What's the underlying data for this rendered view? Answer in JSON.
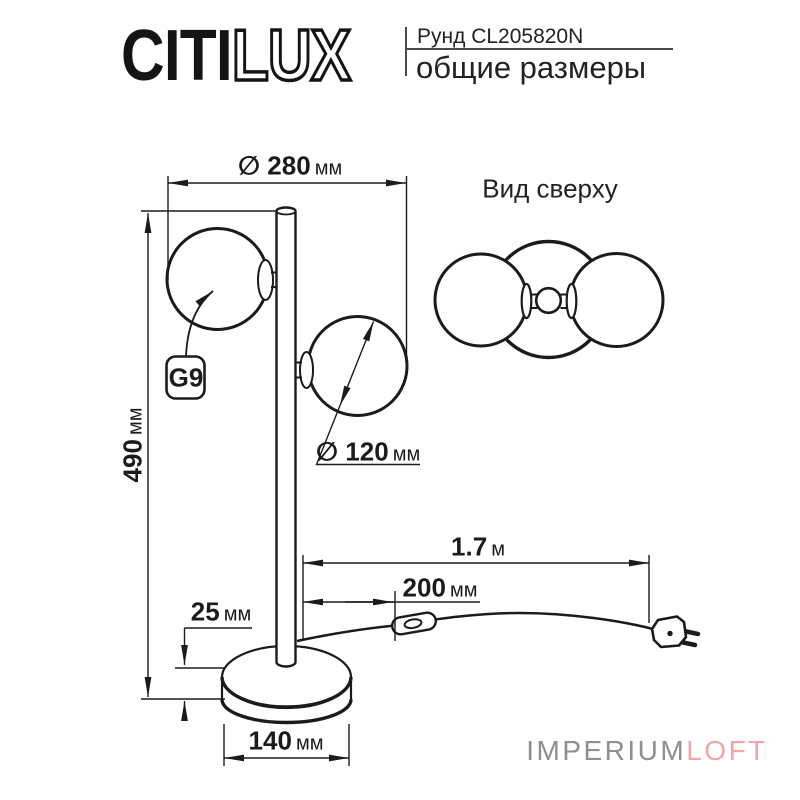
{
  "header": {
    "brand": {
      "solid": "CITI",
      "outline": "LUX"
    },
    "product_code": "Рунд CL205820N",
    "subtitle": "общие размеры"
  },
  "dimensions": {
    "total_width": {
      "value": "∅ 280",
      "unit": "мм"
    },
    "total_height": {
      "value": "490",
      "unit": "мм"
    },
    "shade_diameter": {
      "value": "∅ 120",
      "unit": "мм"
    },
    "socket_type": "G9",
    "cord_length": {
      "value": "1.7",
      "unit": "м"
    },
    "cord_to_switch": {
      "value": "200",
      "unit": "мм"
    },
    "base_height": {
      "value": "25",
      "unit": "мм"
    },
    "base_diameter": {
      "value": "140",
      "unit": "мм"
    }
  },
  "top_view": {
    "label": "Вид сверху"
  },
  "watermark": {
    "first": "IMPERIUM",
    "second": "LOFT"
  },
  "colors": {
    "line": "#1b1b1b",
    "watermark_gray": "#8f8f93",
    "watermark_pink": "#f2a5ab"
  }
}
